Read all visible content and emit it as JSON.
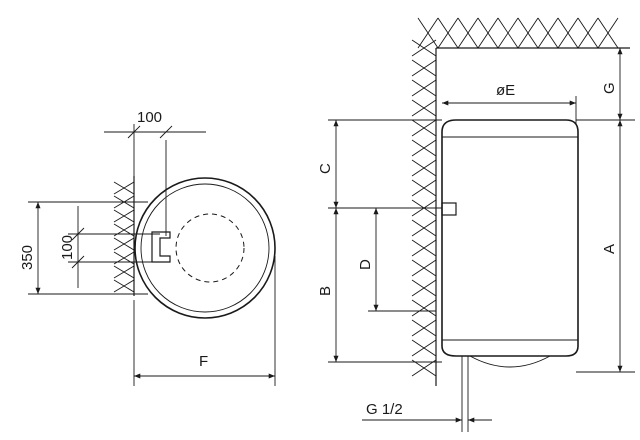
{
  "labels": {
    "top_100": "100",
    "dim_350": "350",
    "side_100": "100",
    "dim_F": "F",
    "dim_E": "øE",
    "dim_G": "G",
    "dim_C": "C",
    "dim_B": "B",
    "dim_D": "D",
    "dim_A": "A",
    "pipe_G12": "G 1/2"
  }
}
